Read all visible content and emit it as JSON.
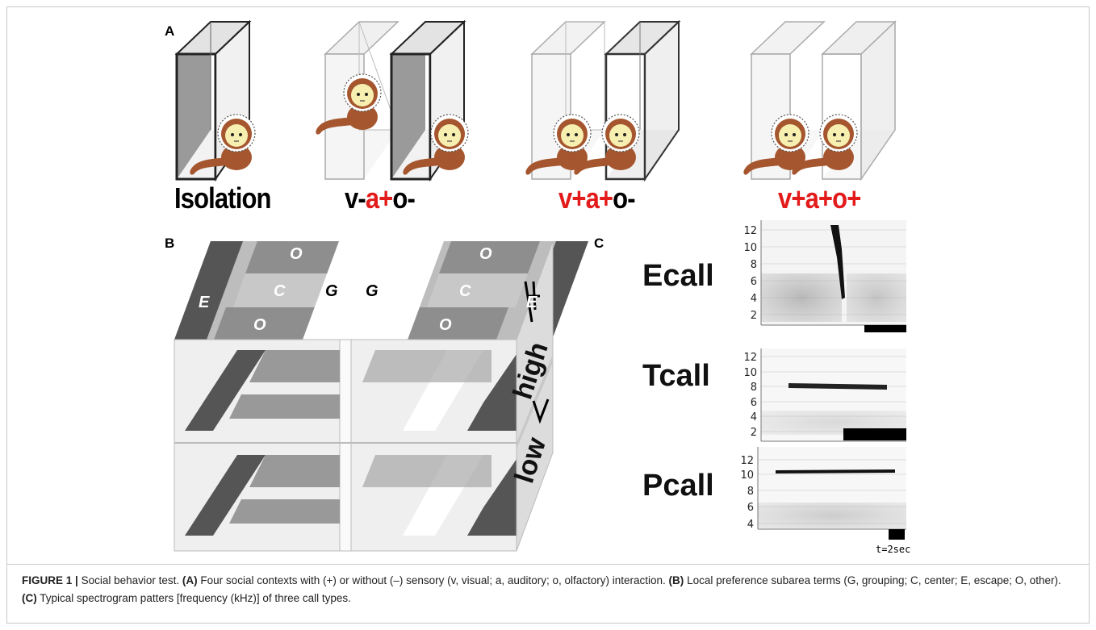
{
  "panels": {
    "a": {
      "letter": "A",
      "contexts": [
        {
          "parts": [
            {
              "text": "Isolation",
              "color": "#000000"
            }
          ]
        },
        {
          "parts": [
            {
              "text": "v-",
              "color": "#000000"
            },
            {
              "text": "a+",
              "color": "#e31b1b"
            },
            {
              "text": "o-",
              "color": "#000000"
            }
          ]
        },
        {
          "parts": [
            {
              "text": "v+a+",
              "color": "#e31b1b"
            },
            {
              "text": "o-",
              "color": "#000000"
            }
          ]
        },
        {
          "parts": [
            {
              "text": "v+a+o+",
              "color": "#e31b1b"
            }
          ]
        }
      ]
    },
    "b": {
      "letter": "B",
      "zone_letters": {
        "escape": "E",
        "center": "C",
        "grouping": "G",
        "other": "O"
      },
      "side_words": {
        "high": "high",
        "low": "low"
      }
    },
    "c": {
      "letter": "C",
      "calls": [
        {
          "name": "Ecall",
          "y_ticks": [
            "12",
            "10",
            "8",
            "6",
            "4",
            "2"
          ]
        },
        {
          "name": "Tcall",
          "y_ticks": [
            "12",
            "10",
            "8",
            "6",
            "4",
            "2"
          ]
        },
        {
          "name": "Pcall",
          "y_ticks": [
            "12",
            "10",
            "8",
            "6",
            "4"
          ]
        }
      ],
      "time_scale": "t=2sec"
    }
  },
  "caption": {
    "label": "FIGURE 1 |",
    "intro": "Social behavior test.",
    "a_tag": "(A)",
    "a_text": "Four social contexts with (+) or without (–) sensory (v, visual; a, auditory; o, olfactory) interaction.",
    "b_tag": "(B)",
    "b_text": "Local preference subarea terms (G, grouping; C, center; E, escape; O, other).",
    "c_tag": "(C)",
    "c_text": "Typical spectrogram patters [frequency (kHz)] of three call types."
  },
  "colors": {
    "red": "#e31b1b",
    "monkey": "#a5562e",
    "face": "#f6efb0",
    "rule": "#c9c9c9"
  }
}
